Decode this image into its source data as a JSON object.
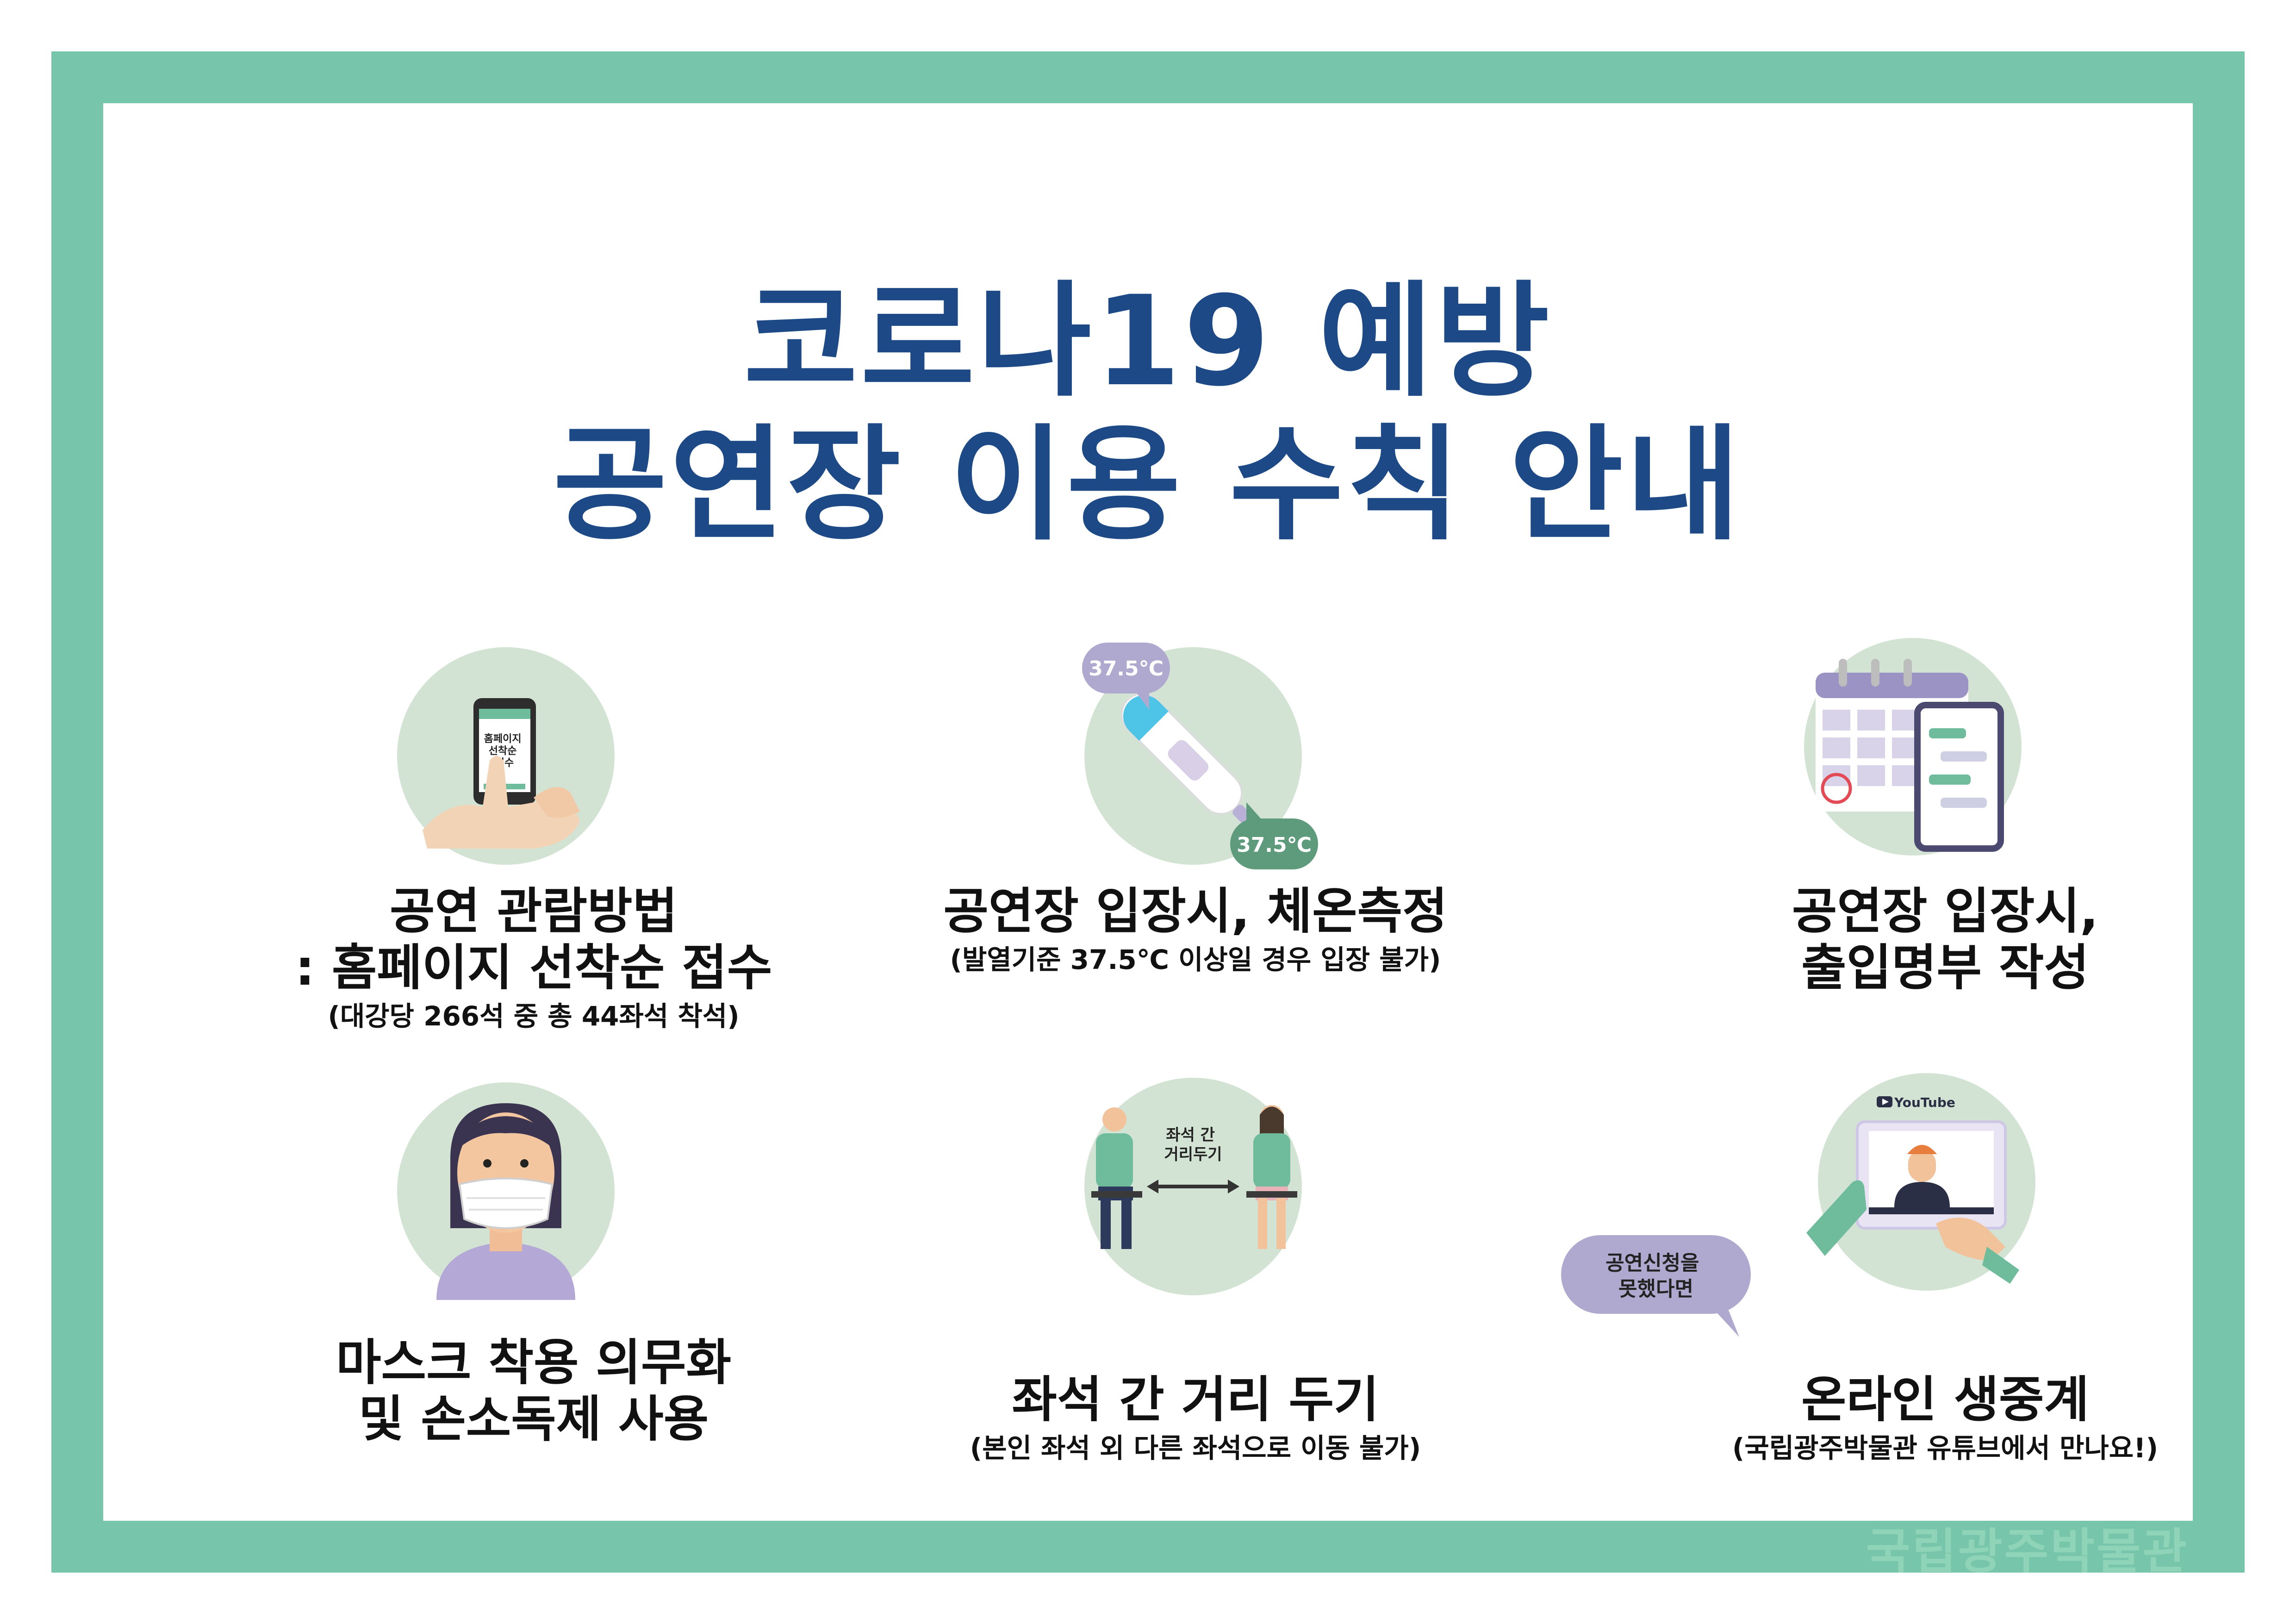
{
  "poster": {
    "title_line1": "코로나19 예방",
    "title_line2": "공연장 이용 수칙 안내",
    "brand": "국립광주박물관"
  },
  "items": [
    {
      "head_line1": "공연 관람방법",
      "head_line2": ": 홈페이지 선착순 접수",
      "sub": "(대강당 266석 중 총 44좌석 착석)",
      "icon": "smartphone-reservation-icon",
      "icon_text": "홈페이지 선착순 접수"
    },
    {
      "head_line1": "공연장 입장시, 체온측정",
      "sub": "(발열기준 37.5℃ 이상일 경우 입장 불가)",
      "icon": "thermometer-icon",
      "bubble_1": "37.5℃",
      "bubble_2": "37.5℃"
    },
    {
      "head_line1": "공연장 입장시,",
      "head_line2": "출입명부 작성",
      "icon": "calendar-phone-icon"
    },
    {
      "head_line1": "마스크 착용 의무화",
      "head_line2": "및 손소독제 사용",
      "icon": "masked-person-icon"
    },
    {
      "head_line1": "좌석 간 거리 두기",
      "sub": "(본인 좌석 외 다른 좌석으로 이동 불가)",
      "icon": "seat-distancing-icon",
      "icon_label": "좌석 간 거리두기"
    },
    {
      "head_line1": "온라인 생중계",
      "sub": "(국립광주박물관 유튜브에서 만나요!)",
      "icon": "youtube-tablet-icon",
      "youtube_label": "YouTube",
      "speech_line1": "공연신청을",
      "speech_line2": "못했다면"
    }
  ],
  "colors": {
    "frame": "#77c6ab",
    "title": "#1d4a86",
    "icon_circle": "#d3e3d3",
    "brand_text": "#8fd3b9",
    "bubble": "#b0a9cf",
    "bubble_dark": "#5d9b7c"
  }
}
